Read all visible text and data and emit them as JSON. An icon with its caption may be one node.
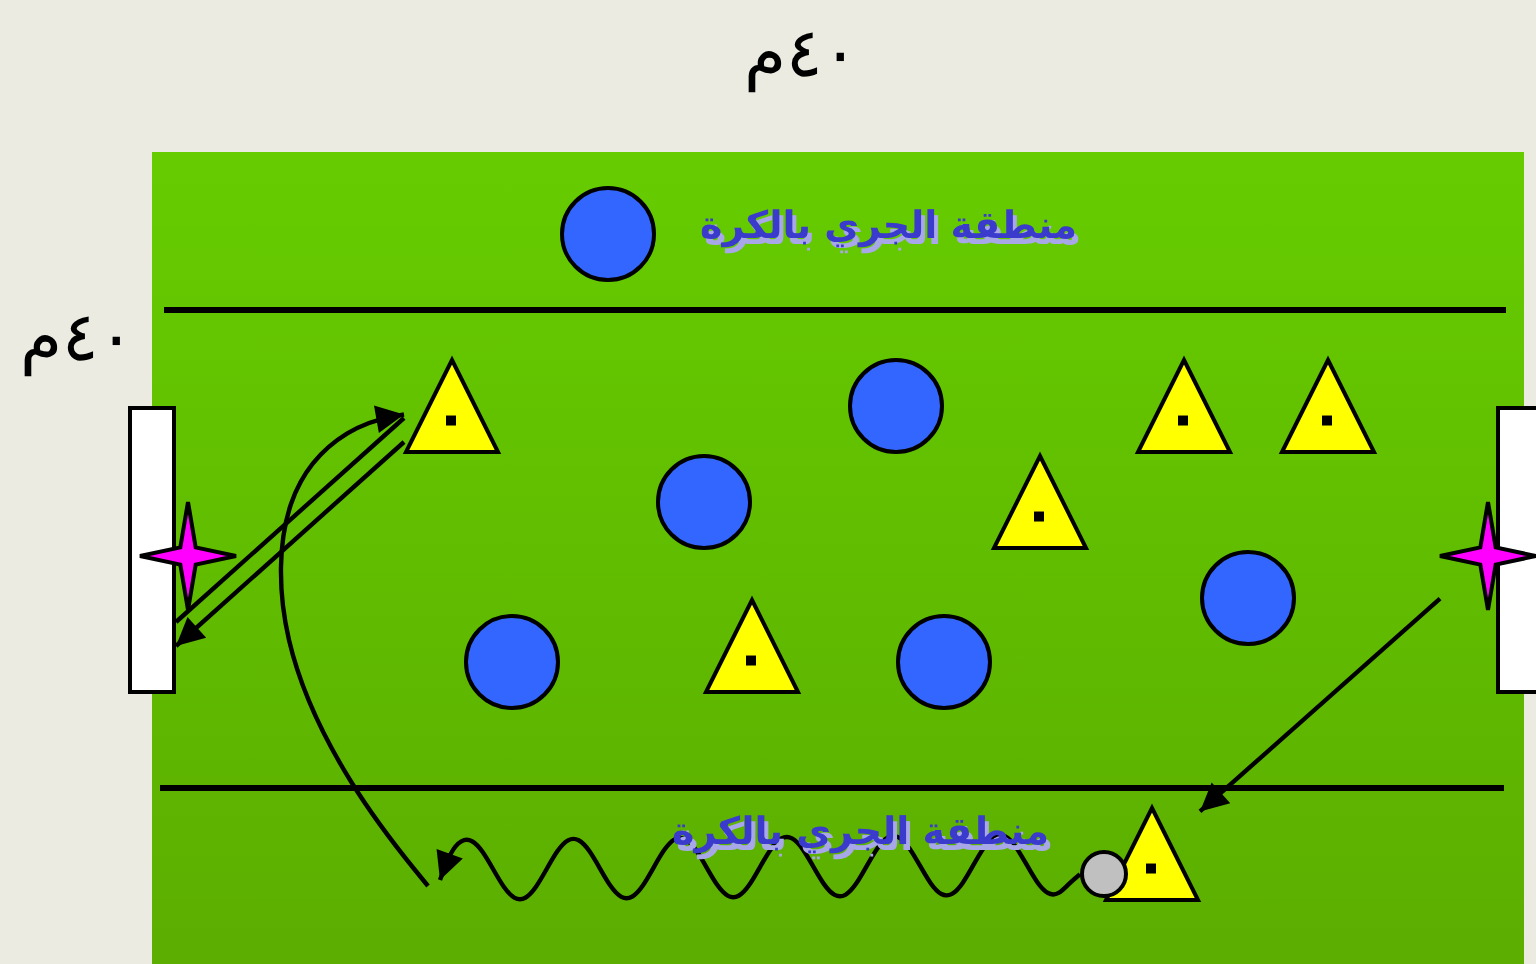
{
  "diagram": {
    "nodes": [
      {
        "text": [],
        "shape": "box"
      },
      {
        "text": [],
        "shape": "star"
      },
      {
        "text": [],
        "shape": "box"
      },
      {
        "text": [],
        "shape": "star"
      },
      {
        "text": [],
        "shape": "circle"
      },
      {
        "text": [],
        "shape": "circle"
      },
      {
        "text": [],
        "shape": "circle"
      },
      {
        "text": [],
        "shape": "circle"
      },
      {
        "text": [],
        "shape": "circle"
      },
      {
        "text": [],
        "shape": "circle"
      },
      {
        "text": [],
        "shape": "triangle"
      },
      {
        "text": [],
        "shape": "triangle"
      },
      {
        "text": [],
        "shape": "triangle"
      },
      {
        "text": [],
        "shape": "triangle"
      },
      {
        "text": [],
        "shape": "triangle"
      },
      {
        "text": [],
        "shape": "triangle"
      },
      {
        "text": [],
        "shape": "circle"
      }
    ],
    "edges": [
      {
        "from": 16,
        "to": null,
        "arrow": "to"
      },
      {
        "from": null,
        "to": 10,
        "arrow": "to"
      },
      {
        "from": 10,
        "to": 0,
        "arrow": "to"
      },
      {
        "from": 0,
        "to": 10,
        "arrow": "none"
      },
      {
        "from": 3,
        "to": 15,
        "arrow": "to"
      }
    ],
    "labels": [
      "٤٠م",
      "٤٠م",
      "منطقة الجري بالكرة",
      "منطقة الجري بالكرة"
    ]
  }
}
